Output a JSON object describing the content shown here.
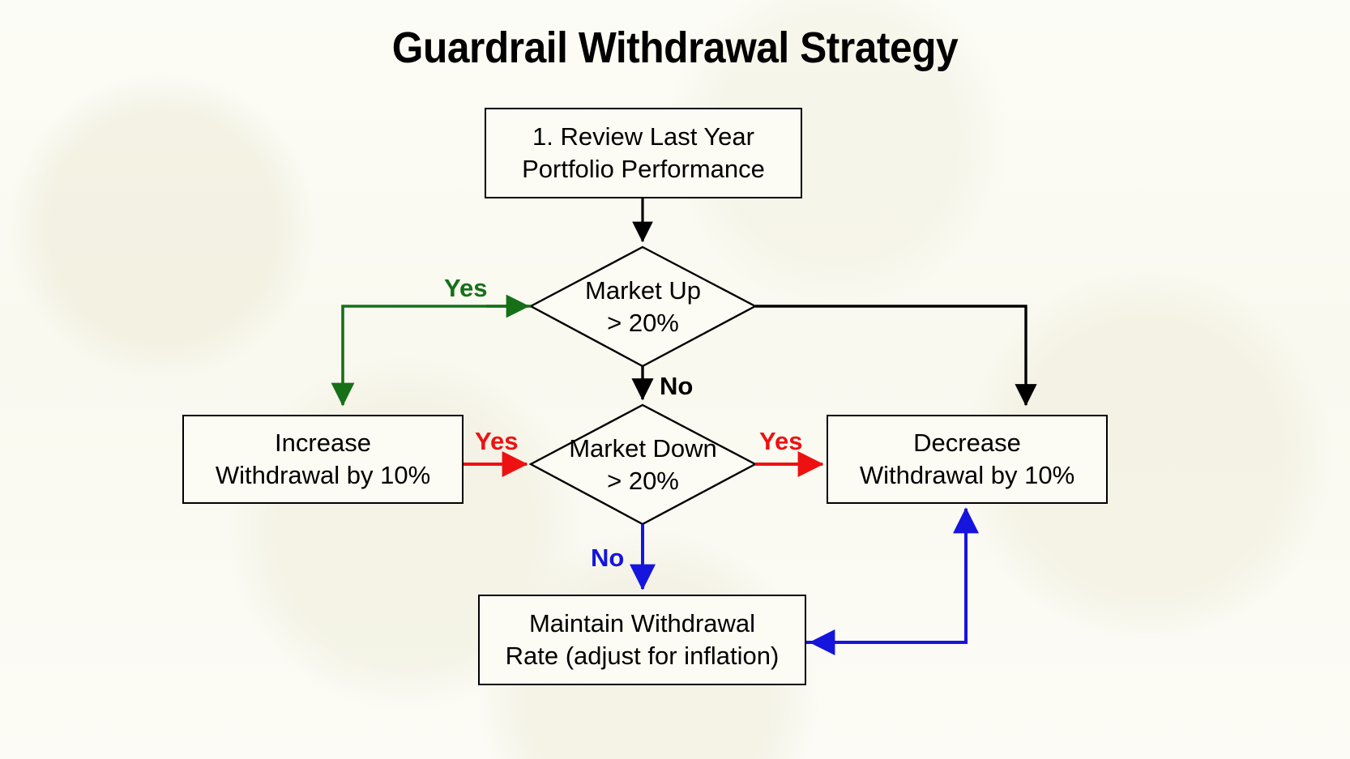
{
  "diagram": {
    "title": "Guardrail Withdrawal Strategy",
    "background_color": "#fbfaf2",
    "nodes": {
      "review": {
        "shape": "rectangle",
        "line1": "1. Review Last Year",
        "line2": "Portfolio Performance"
      },
      "market_up": {
        "shape": "diamond",
        "line1": "Market Up",
        "line2": "> 20%"
      },
      "market_down": {
        "shape": "diamond",
        "line1": "Market Down",
        "line2": "> 20%"
      },
      "increase": {
        "shape": "rectangle",
        "line1": "Increase",
        "line2": "Withdrawal by 10%"
      },
      "decrease": {
        "shape": "rectangle",
        "line1": "Decrease",
        "line2": "Withdrawal by 10%"
      },
      "maintain": {
        "shape": "rectangle",
        "line1": "Maintain Withdrawal",
        "line2": "Rate (adjust for inflation)"
      }
    },
    "edge_labels": {
      "up_yes": "Yes",
      "up_no": "No",
      "down_yes_left": "Yes",
      "down_yes_right": "Yes",
      "down_no": "No"
    },
    "colors": {
      "yes_up": "#157017",
      "no_up": "#000000",
      "yes_down": "#ee1111",
      "no_down": "#1515dd",
      "node_stroke": "#000000",
      "text": "#000000"
    }
  },
  "chart_data": {
    "type": "flowchart",
    "title": "Guardrail Withdrawal Strategy",
    "nodes": [
      {
        "id": "review",
        "type": "process",
        "text": "1. Review Last Year Portfolio Performance"
      },
      {
        "id": "market_up",
        "type": "decision",
        "text": "Market Up > 20%"
      },
      {
        "id": "market_down",
        "type": "decision",
        "text": "Market Down > 20%"
      },
      {
        "id": "increase",
        "type": "process",
        "text": "Increase Withdrawal by 10%"
      },
      {
        "id": "decrease",
        "type": "process",
        "text": "Decrease Withdrawal by 10%"
      },
      {
        "id": "maintain",
        "type": "process",
        "text": "Maintain Withdrawal Rate (adjust for inflation)"
      }
    ],
    "edges": [
      {
        "from": "review",
        "to": "market_up",
        "label": "",
        "color": "#000000"
      },
      {
        "from": "market_up",
        "to": "increase",
        "label": "Yes",
        "color": "#157017"
      },
      {
        "from": "market_up",
        "to": "decrease",
        "label": "",
        "color": "#000000"
      },
      {
        "from": "market_up",
        "to": "market_down",
        "label": "No",
        "color": "#000000"
      },
      {
        "from": "increase",
        "to": "market_down",
        "label": "Yes",
        "color": "#ee1111"
      },
      {
        "from": "market_down",
        "to": "decrease",
        "label": "Yes",
        "color": "#ee1111"
      },
      {
        "from": "market_down",
        "to": "maintain",
        "label": "No",
        "color": "#1515dd"
      },
      {
        "from": "decrease",
        "to": "maintain",
        "label": "",
        "color": "#1515dd"
      }
    ]
  }
}
